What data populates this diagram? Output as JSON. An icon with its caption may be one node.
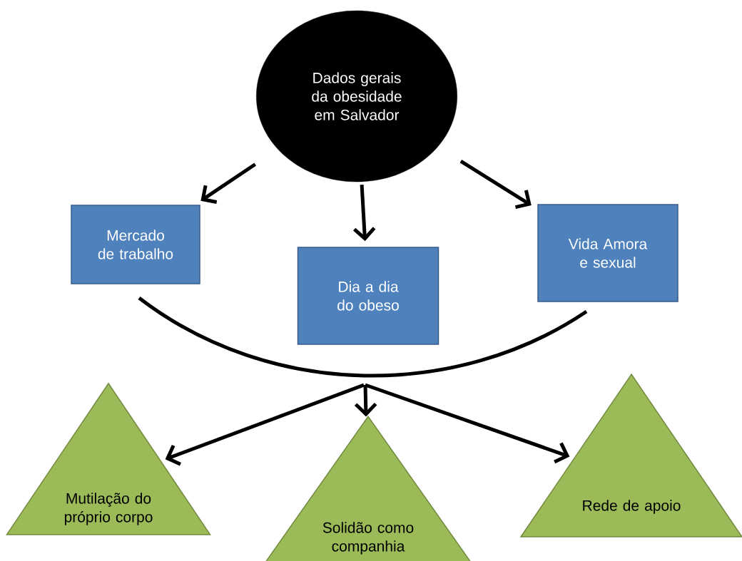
{
  "diagram": {
    "nodes": [
      {
        "text": [
          "Dados gerais da obesidade em Salvador"
        ]
      },
      {
        "text": [
          "Mercado de trabalho"
        ]
      },
      {
        "text": [
          "Dia a dia do obeso"
        ]
      },
      {
        "text": [
          "Vida Amora e sexual"
        ]
      },
      {
        "text": [
          "Mutilação do próprio corpo"
        ]
      },
      {
        "text": [
          "Solidão como companhia"
        ]
      },
      {
        "text": [
          "Rede de apoio"
        ]
      }
    ],
    "edges": [
      {
        "from": 0,
        "to": 1,
        "arrow": "to"
      },
      {
        "from": 0,
        "to": 2,
        "arrow": "to"
      },
      {
        "from": 0,
        "to": 3,
        "arrow": "to"
      },
      {
        "from": null,
        "to": 4,
        "arrow": "to"
      },
      {
        "from": null,
        "to": 5,
        "arrow": "to"
      },
      {
        "from": null,
        "to": 6,
        "arrow": "to"
      }
    ]
  }
}
